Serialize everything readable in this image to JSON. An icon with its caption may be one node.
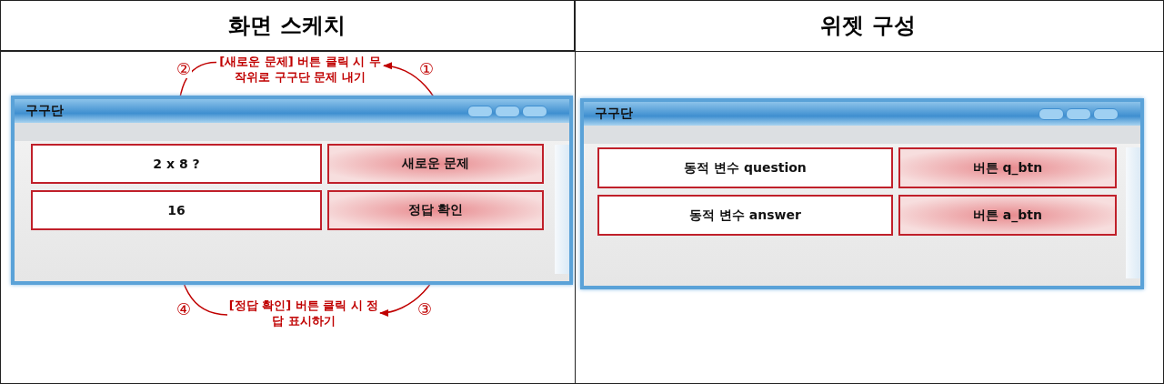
{
  "diagram": {
    "nodes": [
      {
        "text": [
          "구구단"
        ]
      },
      {
        "text": [
          "2 x 8 ?"
        ],
        "in": 0
      },
      {
        "text": [
          "새로운 문제"
        ],
        "in": 0
      },
      {
        "text": [
          "16"
        ],
        "in": 0
      },
      {
        "text": [
          "정답 확인"
        ],
        "in": 0
      },
      {
        "text": [
          "[새로운 문제] 버튼 클릭 시 무작위로 구구단 문제 내기"
        ]
      },
      {
        "text": [
          "[정답 확인] 버튼 클릭 시 정답 표시하기"
        ]
      },
      {
        "text": [
          "구구단"
        ]
      },
      {
        "text": [
          "동적 변수 question"
        ],
        "in": 7
      },
      {
        "text": [
          "버튼 q_btn"
        ],
        "in": 7
      },
      {
        "text": [
          "동적 변수 answer"
        ],
        "in": 7
      },
      {
        "text": [
          "버튼 a_btn"
        ],
        "in": 7
      }
    ],
    "edges": [
      {
        "from": 2,
        "to": 5,
        "arrow": "to",
        "label": "①"
      },
      {
        "from": 5,
        "to": 1,
        "arrow": "to",
        "label": "②"
      },
      {
        "from": 4,
        "to": 6,
        "arrow": "to",
        "label": "③"
      },
      {
        "from": 6,
        "to": 3,
        "arrow": "to",
        "label": "④"
      }
    ],
    "labels": [
      "화면 스케치",
      "위젯 구성"
    ]
  }
}
